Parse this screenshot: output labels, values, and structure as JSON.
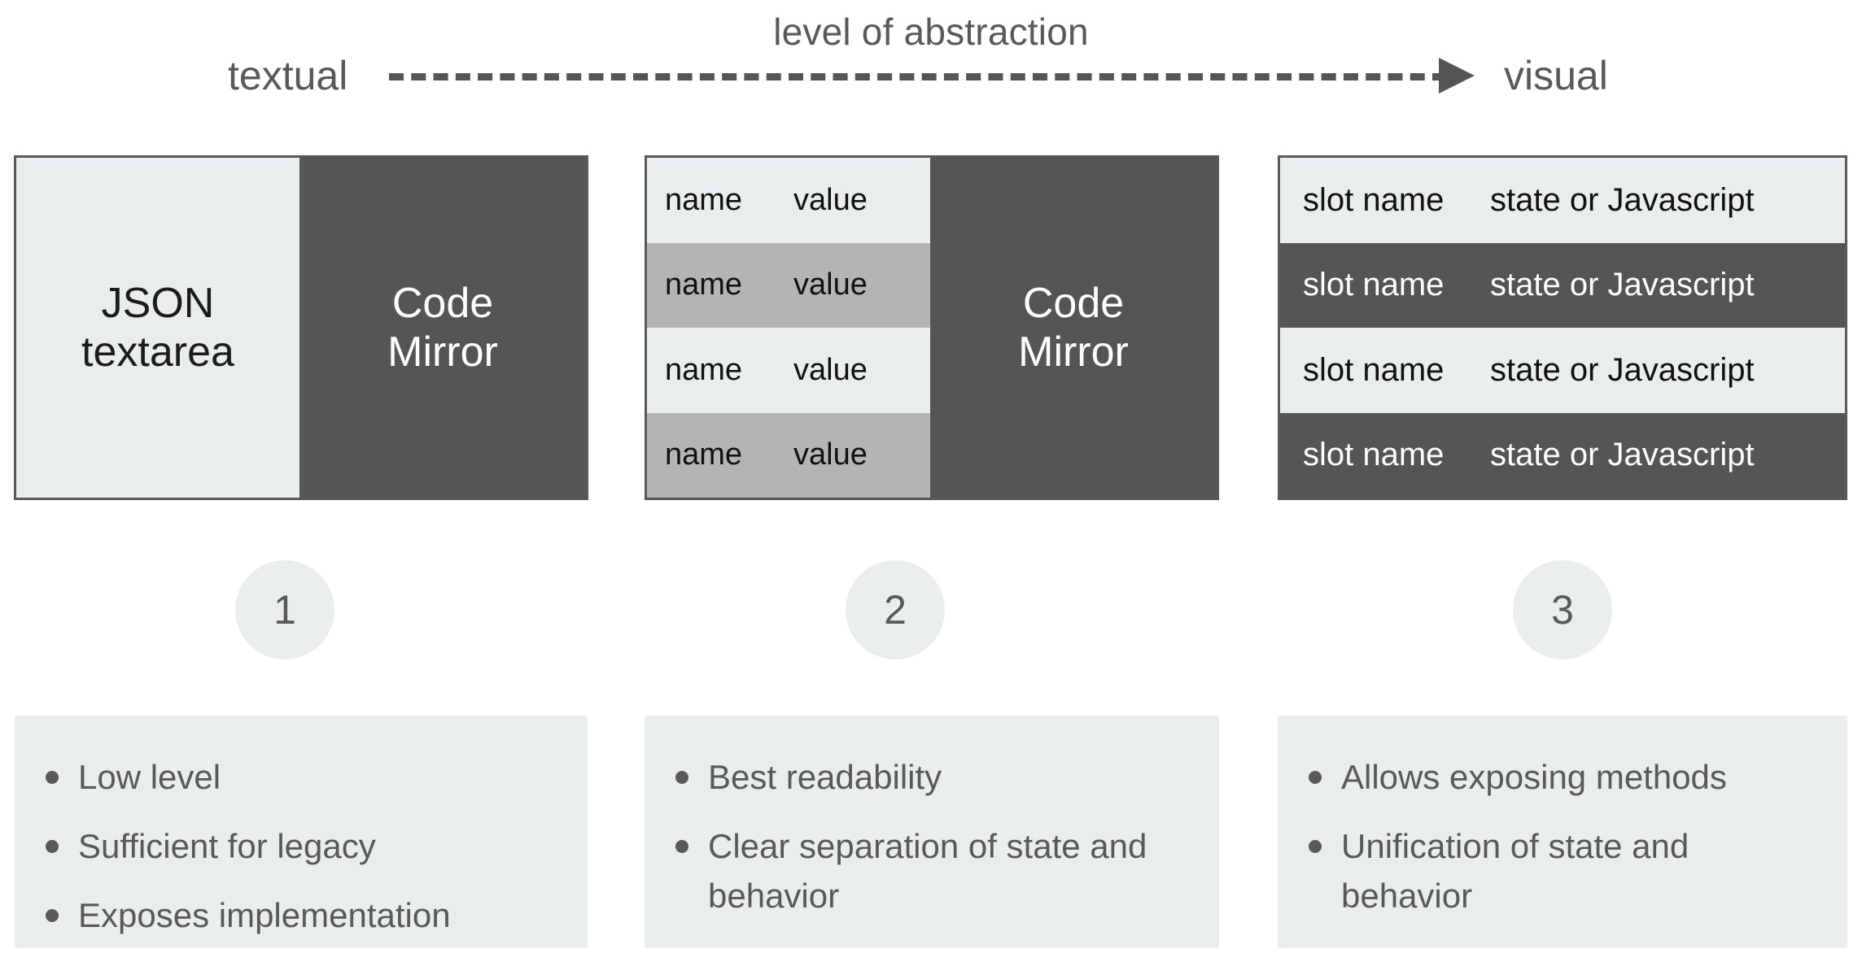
{
  "axis": {
    "caption": "level of abstraction",
    "left_label": "textual",
    "right_label": "visual",
    "line_style": "dashed",
    "arrow_direction": "right",
    "line_color": "#555555"
  },
  "colors": {
    "light_panel": "#e9edee",
    "dark_panel": "#555555",
    "mid_gray_row": "#b4b4b4",
    "border": "#595959",
    "text_muted": "#595959",
    "text_dark": "#111111",
    "text_light": "#ffffff",
    "page_background": "#ffffff"
  },
  "panels": [
    {
      "id": 1,
      "left_label": "JSON\ntextarea",
      "left_line_1": "JSON",
      "left_line_2": "textarea",
      "right_line_1": "Code",
      "right_line_2": "Mirror"
    },
    {
      "id": 2,
      "table_headers": [
        "name",
        "value"
      ],
      "rows": [
        {
          "name": "name",
          "value": "value",
          "shade": "light"
        },
        {
          "name": "name",
          "value": "value",
          "shade": "gray"
        },
        {
          "name": "name",
          "value": "value",
          "shade": "light"
        },
        {
          "name": "name",
          "value": "value",
          "shade": "gray"
        }
      ],
      "right_line_1": "Code",
      "right_line_2": "Mirror"
    },
    {
      "id": 3,
      "rows": [
        {
          "name": "slot name",
          "value": "state or Javascript",
          "shade": "light"
        },
        {
          "name": "slot name",
          "value": "state or Javascript",
          "shade": "dark"
        },
        {
          "name": "slot name",
          "value": "state or Javascript",
          "shade": "light"
        },
        {
          "name": "slot name",
          "value": "state or Javascript",
          "shade": "dark"
        }
      ]
    }
  ],
  "steps": [
    {
      "number": "1"
    },
    {
      "number": "2"
    },
    {
      "number": "3"
    }
  ],
  "notes": [
    {
      "step": "1",
      "items": [
        "Low level",
        "Sufficient for legacy",
        "Exposes implementation"
      ]
    },
    {
      "step": "2",
      "items": [
        "Best readability",
        "Clear separation of state and behavior"
      ]
    },
    {
      "step": "3",
      "items": [
        "Allows exposing methods",
        "Unification of state and behavior"
      ]
    }
  ]
}
